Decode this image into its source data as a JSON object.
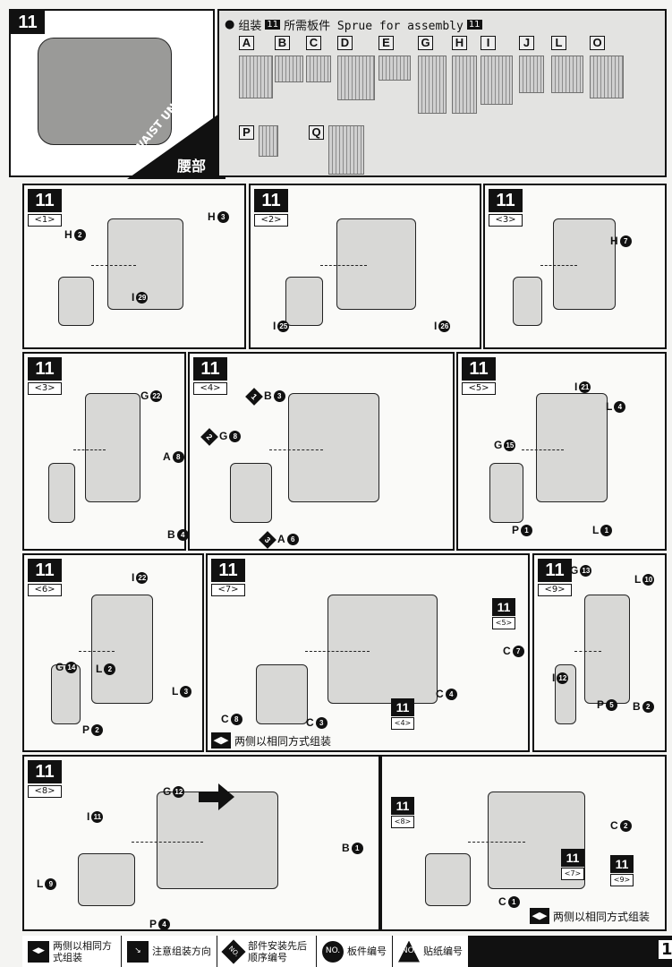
{
  "header": {
    "step": "11",
    "unit_en": "WAIST UNIT",
    "unit_cn": "腰部"
  },
  "sprue_box": {
    "title_prefix": "组装",
    "step": "11",
    "title_mid": "所需板件 Sprue for assembly",
    "letters": [
      "A",
      "B",
      "C",
      "D",
      "E",
      "G",
      "H",
      "I",
      "J",
      "L",
      "O",
      "P",
      "Q"
    ]
  },
  "panels": [
    {
      "step": "11",
      "sub": "<1>",
      "labels": [
        {
          "l": "H",
          "n": "2"
        },
        {
          "l": "H",
          "n": "3"
        },
        {
          "l": "I",
          "n": "29"
        }
      ]
    },
    {
      "step": "11",
      "sub": "<2>",
      "labels": [
        {
          "l": "I",
          "n": "25"
        },
        {
          "l": "I",
          "n": "26"
        }
      ]
    },
    {
      "step": "11",
      "sub": "<3>",
      "labels": [
        {
          "l": "H",
          "n": "7"
        }
      ]
    },
    {
      "step": "11",
      "sub": "<3>",
      "labels": [
        {
          "l": "G",
          "n": "22"
        },
        {
          "l": "A",
          "n": "8"
        },
        {
          "l": "B",
          "n": "4"
        }
      ]
    },
    {
      "step": "11",
      "sub": "<4>",
      "labels": [
        {
          "l": "B",
          "n": "3",
          "o": "1"
        },
        {
          "l": "G",
          "n": "8",
          "o": "2"
        },
        {
          "l": "A",
          "n": "6",
          "o": "3"
        }
      ]
    },
    {
      "step": "11",
      "sub": "<5>",
      "labels": [
        {
          "l": "I",
          "n": "21"
        },
        {
          "l": "G",
          "n": "15"
        },
        {
          "l": "L",
          "n": "4"
        },
        {
          "l": "P",
          "n": "1"
        },
        {
          "l": "L",
          "n": "1"
        }
      ]
    },
    {
      "step": "11",
      "sub": "<6>",
      "labels": [
        {
          "l": "I",
          "n": "22"
        },
        {
          "l": "G",
          "n": "14"
        },
        {
          "l": "L",
          "n": "2"
        },
        {
          "l": "L",
          "n": "3"
        },
        {
          "l": "P",
          "n": "2"
        }
      ]
    },
    {
      "step": "11",
      "sub": "<7>",
      "labels": [
        {
          "l": "C",
          "n": "8"
        },
        {
          "l": "C",
          "n": "3"
        },
        {
          "l": "C",
          "n": "7"
        },
        {
          "l": "C",
          "n": "4"
        }
      ],
      "refs": [
        {
          "step": "11",
          "sub": "<5>"
        },
        {
          "step": "11",
          "sub": "<4>"
        }
      ],
      "note": "两侧以相同方式组装"
    },
    {
      "step": "11",
      "sub": "<9>",
      "labels": [
        {
          "l": "G",
          "n": "13"
        },
        {
          "l": "L",
          "n": "10"
        },
        {
          "l": "I",
          "n": "12"
        },
        {
          "l": "P",
          "n": "5"
        },
        {
          "l": "B",
          "n": "2"
        }
      ]
    },
    {
      "step": "11",
      "sub": "<8>",
      "labels": [
        {
          "l": "I",
          "n": "11"
        },
        {
          "l": "G",
          "n": "12"
        },
        {
          "l": "L",
          "n": "9"
        },
        {
          "l": "P",
          "n": "4"
        },
        {
          "l": "B",
          "n": "1"
        }
      ]
    },
    {
      "labels": [
        {
          "l": "C",
          "n": "2"
        },
        {
          "l": "C",
          "n": "1"
        }
      ],
      "refs": [
        {
          "step": "11",
          "sub": "<8>"
        },
        {
          "step": "11",
          "sub": "<7>"
        },
        {
          "step": "11",
          "sub": "<9>"
        }
      ],
      "note": "两侧以相同方式组装"
    }
  ],
  "footer": [
    {
      "icon": "◀▶",
      "text": "两侧以相同方式组装"
    },
    {
      "icon": "↘",
      "text": "注意组装方向"
    },
    {
      "icon": "NO.",
      "text": "部件安装先后顺序编号"
    },
    {
      "icon": "NO.",
      "text": "板件编号"
    },
    {
      "icon": "NO.",
      "text": "贴纸编号"
    }
  ],
  "page_number": "1"
}
